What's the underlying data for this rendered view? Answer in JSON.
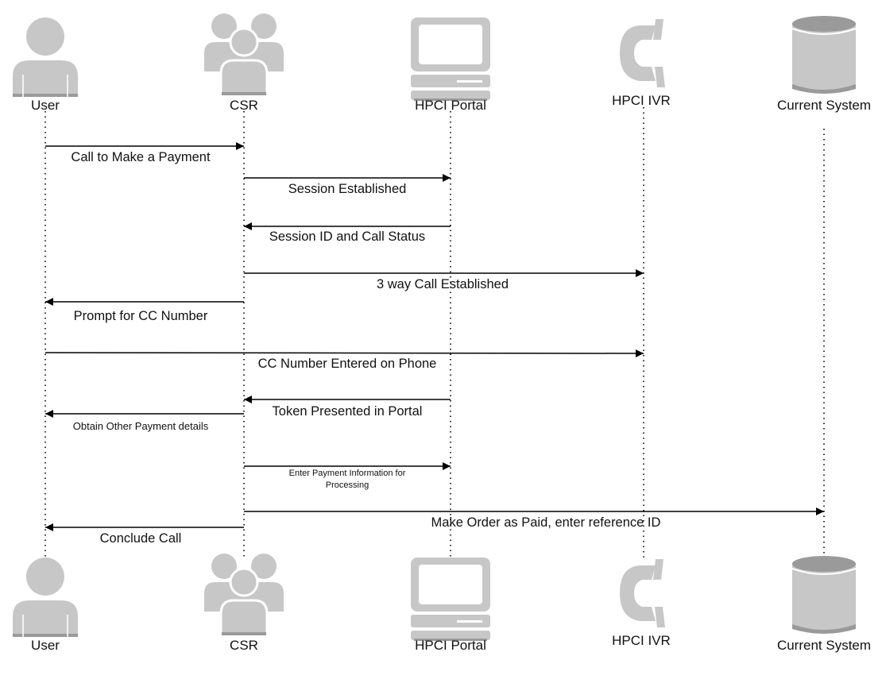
{
  "colors": {
    "icon_fill": "#c7c7c7",
    "icon_shade": "#9a9a9a",
    "line": "#000000"
  },
  "actors": [
    {
      "id": "user",
      "name": "User",
      "icon": "user-icon"
    },
    {
      "id": "csr",
      "name": "CSR",
      "icon": "group-icon"
    },
    {
      "id": "portal",
      "name": "HPCI Portal",
      "icon": "computer-icon"
    },
    {
      "id": "ivr",
      "name": "HPCI IVR",
      "icon": "phone-icon"
    },
    {
      "id": "system",
      "name": "Current System",
      "icon": "database-icon"
    }
  ],
  "messages": [
    {
      "from": "user",
      "to": "csr",
      "label": "Call to Make a Payment"
    },
    {
      "from": "csr",
      "to": "portal",
      "label": "Session Established"
    },
    {
      "from": "portal",
      "to": "csr",
      "label": "Session ID and Call Status"
    },
    {
      "from": "csr",
      "to": "ivr",
      "label": "3 way Call Established"
    },
    {
      "from": "csr",
      "to": "user",
      "label": "Prompt for CC Number"
    },
    {
      "from": "user",
      "to": "ivr",
      "label": "CC Number Entered on Phone"
    },
    {
      "from": "portal",
      "to": "csr",
      "label": "Token Presented in Portal"
    },
    {
      "from": "csr",
      "to": "user",
      "label": "Obtain Other Payment details"
    },
    {
      "from": "csr",
      "to": "portal",
      "label": "Enter Payment Information for Processing"
    },
    {
      "from": "csr",
      "to": "system",
      "label": "Make Order as Paid, enter reference ID"
    },
    {
      "from": "csr",
      "to": "user",
      "label": "Conclude Call"
    }
  ]
}
